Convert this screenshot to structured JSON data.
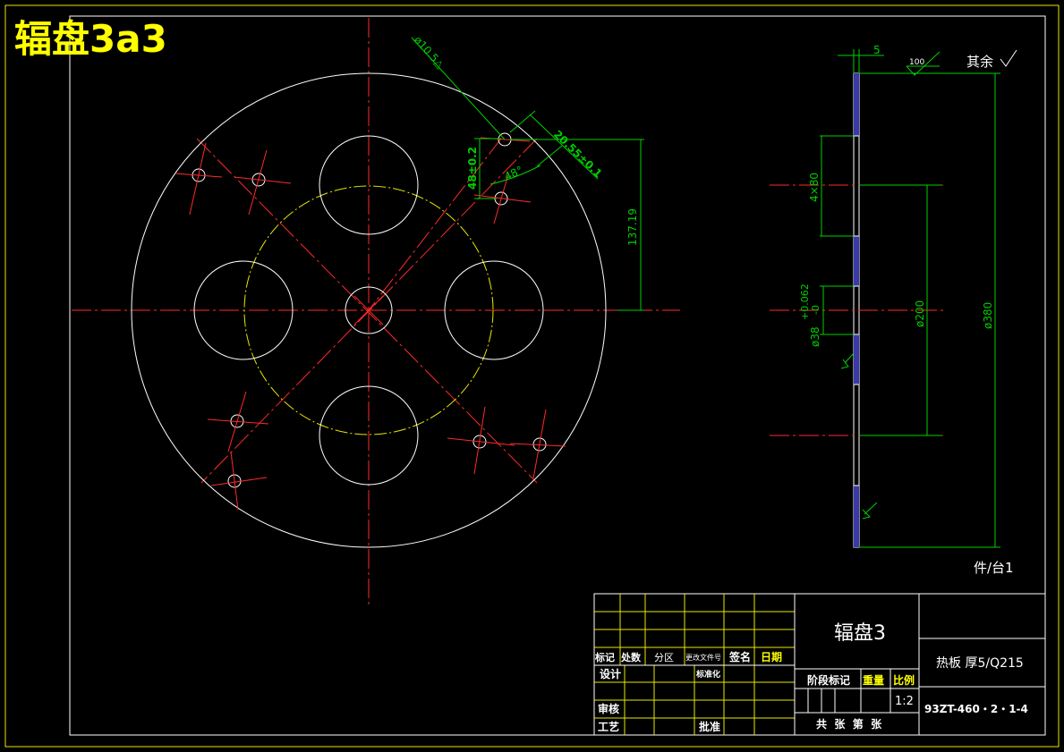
{
  "sheet_title": "辐盘3a3",
  "colors": {
    "background": "#000000",
    "outline": "#ffffff",
    "centerline": "#ff2a2a",
    "dimension": "#00d000",
    "pitch_circle": "#e8e800",
    "frame": "#e8e800",
    "section_fill": "#3a3aa8"
  },
  "front_view_dims": {
    "hole_dia": "ø10.5△",
    "radial": "20.55±0.1",
    "offset": "48±0.2",
    "angle": "48°",
    "height": "137.19"
  },
  "side_view_dims": {
    "thickness": "5",
    "roughness": "100",
    "rest_note": "其余",
    "slots": "4×80",
    "bore_tol": "+0.062",
    "bore_tol_low": "-0",
    "bore": "ø38",
    "pcd": "ø200",
    "outer": "ø380",
    "qty_note": "件/台1"
  },
  "title_block": {
    "headers": [
      "标记",
      "处数",
      "分区",
      "更改文件号",
      "签名",
      "日期"
    ],
    "design": "设计",
    "standardize": "标准化",
    "review": "审核",
    "process": "工艺",
    "approve": "批准",
    "part_name": "辐盘3",
    "material": "热板 厚5/Q215",
    "stage_mark": "阶段标记",
    "weight": "重量",
    "scale_label": "比例",
    "scale": "1:2",
    "sheets": "共  张  第  张",
    "drawing_no": "93ZT-460・2・1-4"
  }
}
